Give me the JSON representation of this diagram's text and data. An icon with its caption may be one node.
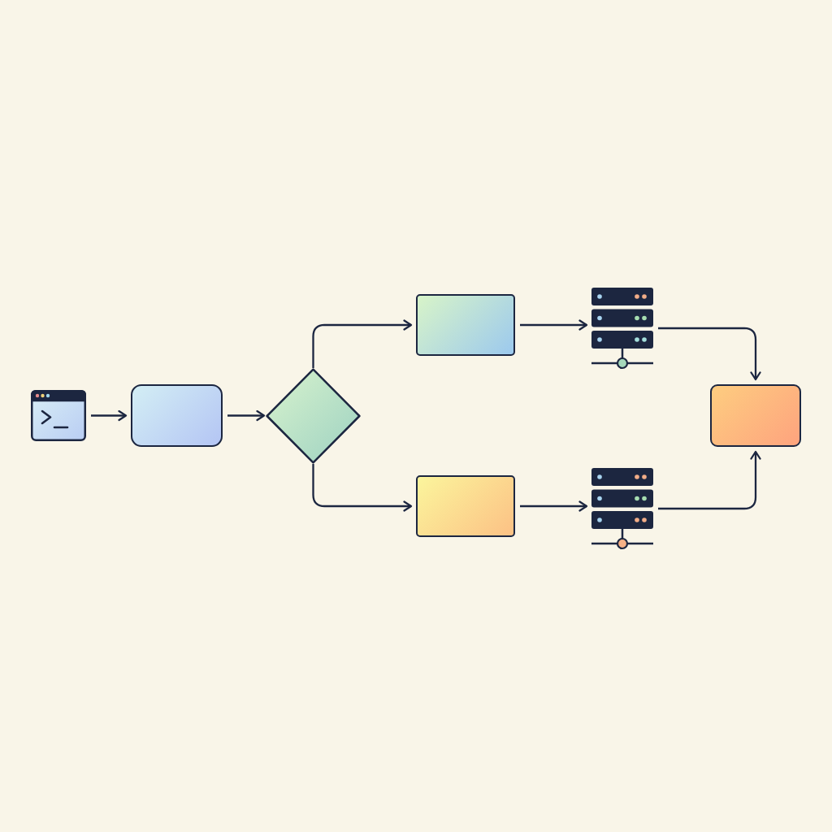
{
  "diagram": {
    "nodes": [
      {
        "text": [],
        "shape": "picture"
      },
      {
        "text": [],
        "shape": "box"
      },
      {
        "text": [],
        "shape": "diamond"
      },
      {
        "text": [],
        "shape": "box"
      },
      {
        "text": [],
        "shape": "box"
      },
      {
        "text": [],
        "shape": "picture"
      },
      {
        "text": [],
        "shape": "picture"
      },
      {
        "text": [],
        "shape": "box"
      }
    ],
    "edges": [
      {
        "from": 0,
        "to": 1,
        "arrow": "to"
      },
      {
        "from": 1,
        "to": 2,
        "arrow": "to"
      },
      {
        "from": 2,
        "to": 3,
        "arrow": "to"
      },
      {
        "from": 2,
        "to": 4,
        "arrow": "to"
      },
      {
        "from": 3,
        "to": 5,
        "arrow": "to"
      },
      {
        "from": 4,
        "to": 6,
        "arrow": "to"
      },
      {
        "from": 5,
        "to": 7,
        "arrow": "to"
      },
      {
        "from": 6,
        "to": 7,
        "arrow": "to"
      }
    ]
  }
}
